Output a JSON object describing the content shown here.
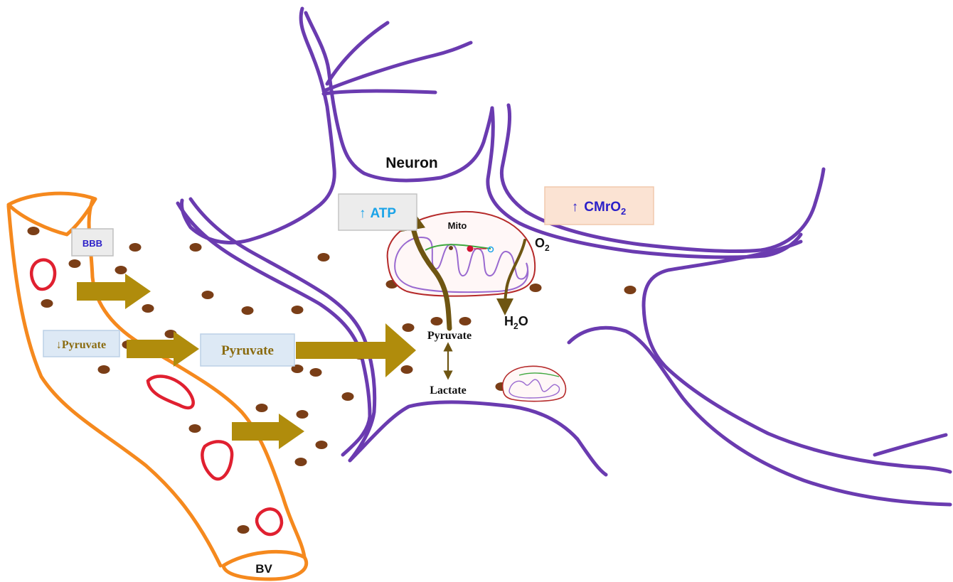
{
  "labels": {
    "neuron": "Neuron",
    "mito": "Mito",
    "bv": "BV",
    "bbb": "BBB",
    "pyruvate_low": "↓Pyruvate",
    "pyruvate_box": "Pyruvate",
    "pyruvate": "Pyruvate",
    "lactate": "Lactate",
    "atp_arrow": "↑",
    "atp": "ATP",
    "cmro2_arrow": "↑",
    "cmro2": "CMrO",
    "cmro2_sub": "2",
    "o2": "O",
    "o2_sub": "2",
    "h2o_h": "H",
    "h2o_sub": "2",
    "h2o_o": "O"
  },
  "colors": {
    "neuron_membrane": "#6a3bb0",
    "vessel_wall": "#f5891e",
    "red_blood_cell": "#e02030",
    "pyruvate_particle": "#7a3e17",
    "transport_arrow": "#b08c0c",
    "metabolic_arrow": "#6e5512",
    "mitochondrion_outer": "#b52a2a",
    "mitochondrion_inner": "#9a6ad0",
    "atp_text": "#1aa3e8",
    "cmro2_text": "#2b1fc8",
    "label_box_blue": "#dde9f5",
    "label_box_grey": "#ececec",
    "label_box_peach": "#fbe3d3"
  }
}
